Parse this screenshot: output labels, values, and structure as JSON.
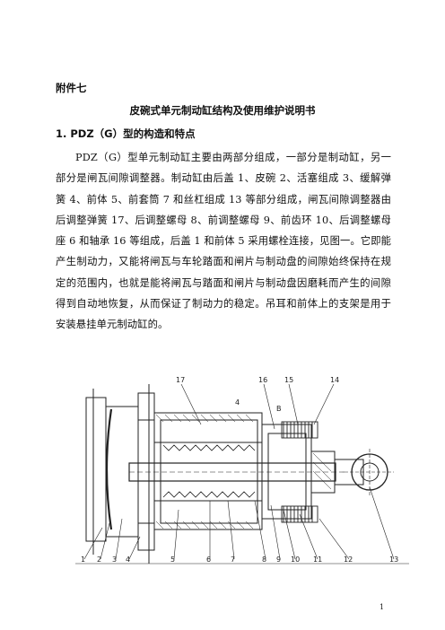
{
  "appendix_label": "附件七",
  "doc_title": "皮碗式单元制动缸结构及使用维护说明书",
  "section_heading": "1. PDZ（G）型的构造和特点",
  "paragraph": "PDZ（G）型单元制动缸主要由两部分组成，一部分是制动缸，另一部分是闸瓦间隙调整器。制动缸由后盖 1、皮碗 2、活塞组成 3、缓解弹簧 4、前体 5、前套筒 7 和丝杠组成 13 等部分组成，闸瓦间隙调整器由后调整弹簧 17、后调整螺母 8、前调整螺母 9、前齿环 10、后调整螺母座 6 和轴承 16 等组成，后盖 1 和前体 5 采用螺栓连接，见图一。它即能产生制动力，又能将闸瓦与车轮踏面和闸片与制动盘的间隙始终保持在规定的范围内，也就是能将闸瓦与踏面和闸片与制动盘因磨耗而产生的间隙得到自动地恢复，从而保证了制动力的稳定。吊耳和前体上的支架是用于安装悬挂单元制动缸的。",
  "figure": {
    "top_labels": [
      "17",
      "16",
      "15",
      "14"
    ],
    "inner_labels": [
      "4",
      "B"
    ],
    "bottom_labels": [
      "1",
      "2",
      "3",
      "4",
      "5",
      "6",
      "7",
      "8",
      "9",
      "10",
      "11",
      "12",
      "13"
    ]
  },
  "page_number": "1"
}
